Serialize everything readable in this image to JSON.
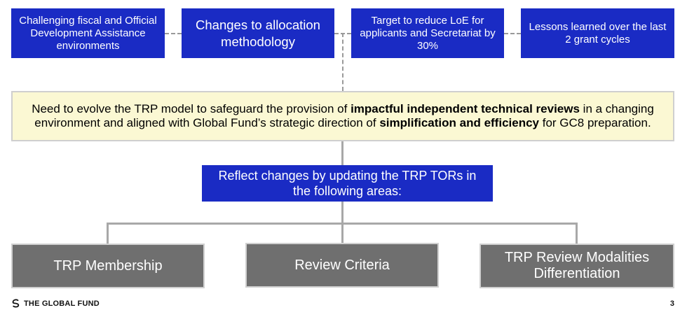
{
  "drivers": [
    "Challenging fiscal and Official Development Assistance environments",
    "Changes to allocation methodology",
    "Target to reduce LoE for applicants and Secretariat by 30%",
    "Lessons learned over the last 2 grant cycles"
  ],
  "central": {
    "part1": "Need to evolve the TRP model to safeguard the provision of ",
    "bold1": "impactful independent technical reviews",
    "part2": " in a changing environment and aligned with Global Fund’s strategic direction of ",
    "bold2": "simplification and efficiency",
    "part3": " for GC8 preparation."
  },
  "reflect": "Reflect changes by updating the TRP TORs in the following areas:",
  "areas": [
    "TRP Membership",
    "Review Criteria",
    "TRP Review Modalities Differentiation"
  ],
  "footer": {
    "logo_text": "THE GLOBAL FUND",
    "page_number": "3"
  },
  "colors": {
    "driver_blue": "#1a2bc4",
    "central_fill": "#fbf8d3",
    "area_grey": "#6f6f6f"
  }
}
